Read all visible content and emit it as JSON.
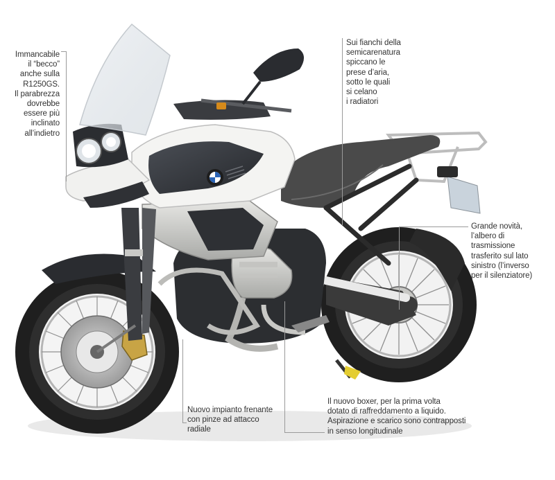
{
  "callouts": {
    "beak": "Immancabile\nil “becco”\nanche sulla\nR1250GS.\nIl parabrezza\ndovrebbe\nessere più\ninclinato\nall’indietro",
    "air_intakes": "Sui fianchi della\nsemicarenatura\nspiccano le\nprese d’aria,\nsotto le quali\nsi celano\ni radiatori",
    "driveshaft": "Grande novità,\nl’albero di\ntrasmissione\ntrasferito sul lato\nsinistro (l’inverso\nper il silenziatore)",
    "brakes": "Nuovo impianto frenante\ncon pinze ad attacco\nradiale",
    "boxer": "Il nuovo boxer, per la prima volta\ndotato di raffreddamento a liquido.\nAspirazione e scarico sono contrapposti\nin senso longitudinale"
  },
  "colors": {
    "tank_white": "#f4f4f2",
    "tank_dark": "#3a3d42",
    "frame_silver": "#c8c9c6",
    "seat": "#4a4a4a",
    "tire": "#222222",
    "bmw_blue": "#2a63b5",
    "text": "#333333",
    "leader": "#9a9a9a"
  },
  "logo": "BMW"
}
